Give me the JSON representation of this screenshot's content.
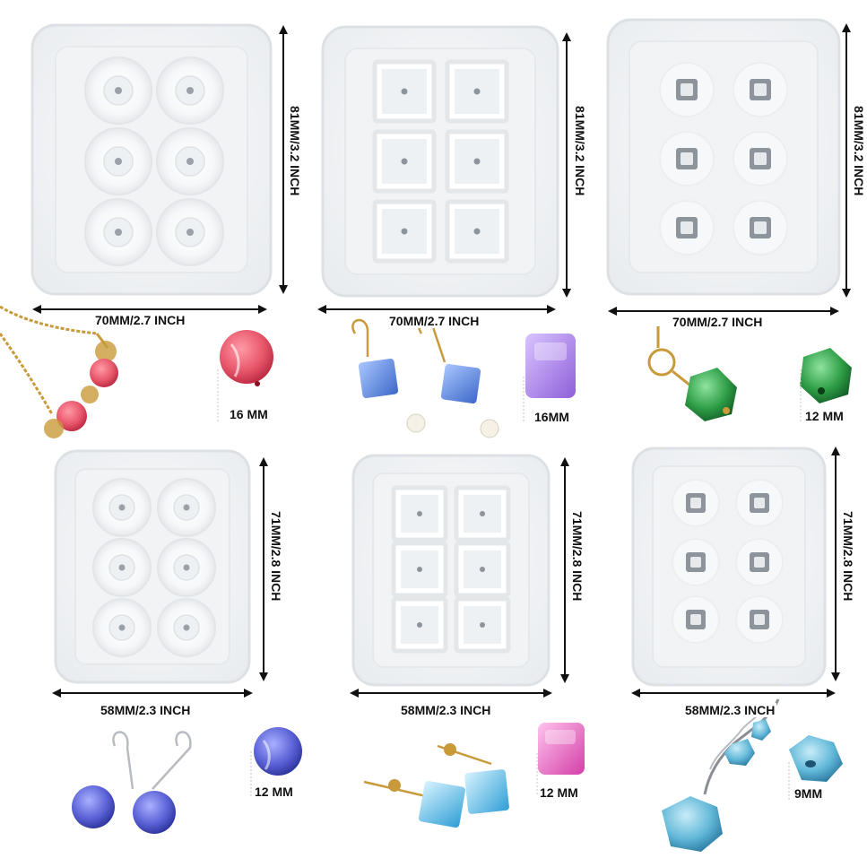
{
  "molds": [
    {
      "width_label": "70MM/2.7 INCH",
      "height_label": "81MM/3.2 INCH",
      "cavity": "round"
    },
    {
      "width_label": "70MM/2.7 INCH",
      "height_label": "81MM/3.2 INCH",
      "cavity": "cube"
    },
    {
      "width_label": "70MM/2.7 INCH",
      "height_label": "81MM/3.2 INCH",
      "cavity": "faceted"
    },
    {
      "width_label": "58MM/2.3 INCH",
      "height_label": "71MM/2.8 INCH",
      "cavity": "round"
    },
    {
      "width_label": "58MM/2.3 INCH",
      "height_label": "71MM/2.8 INCH",
      "cavity": "cube"
    },
    {
      "width_label": "58MM/2.3 INCH",
      "height_label": "71MM/2.8 INCH",
      "cavity": "faceted"
    }
  ],
  "beads": [
    {
      "size": "16 MM",
      "color": "#e8566a",
      "shape": "round"
    },
    {
      "size": "16MM",
      "color": "#b48ce6",
      "shape": "cube"
    },
    {
      "size": "12 MM",
      "color": "#2e9d46",
      "shape": "faceted"
    },
    {
      "size": "12 MM",
      "color": "#5a62d6",
      "shape": "round"
    },
    {
      "size": "12 MM",
      "color": "#ec6cc4",
      "shape": "cube"
    },
    {
      "size": "9MM",
      "color": "#62b8d8",
      "shape": "faceted"
    }
  ],
  "colors": {
    "mold_fill": "#f3f5f6",
    "mold_edge": "#dfe3e6",
    "gold": "#c99a3a",
    "arrow": "#111111"
  }
}
